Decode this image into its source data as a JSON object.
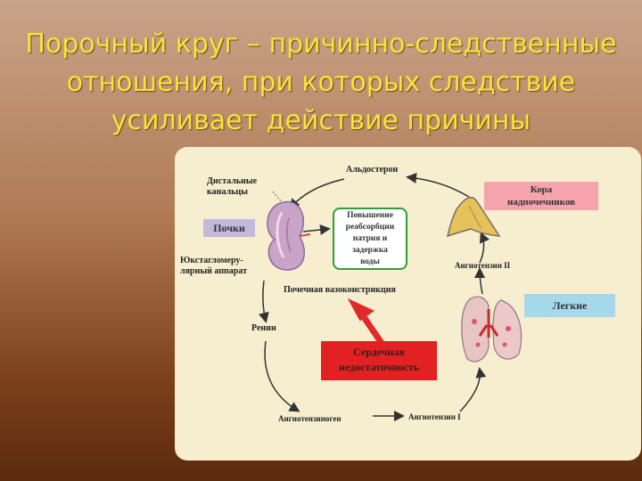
{
  "title": {
    "line1": "Порочный круг – причинно-следственные",
    "line2": "отношения, при которых следствие",
    "line3": "усиливает действие причины"
  },
  "diagram": {
    "distal": [
      "Дистальные",
      "канальцы"
    ],
    "kidneys": "Почки",
    "juxta": [
      "Юкстагломеру-",
      "лярный аппарат"
    ],
    "aldosterone": "Альдостерон",
    "adrenal_cortex": [
      "Кора",
      "надпочечников"
    ],
    "reabsorption": [
      "Повышение",
      "реабсорбции",
      "натрия и",
      "задержка",
      "воды"
    ],
    "angiotensin2": "Ангиотензин II",
    "lungs": "Легкие",
    "vasoconstriction": "Почечная вазоконстрикция",
    "renin": "Ренин",
    "heart_failure": [
      "Сердечная",
      "недостаточность"
    ],
    "angiotensinogen": "Ангиотензиноген",
    "angiotensin1": "Ангиотензин I"
  },
  "colors": {
    "title": "#f7e43a",
    "kidneys_box": "#c4b8dc",
    "adrenal_box": "#f5a3ad",
    "lungs_box": "#a6d8ea",
    "reabsorption_border": "#2e9e3a",
    "heart_failure_box": "#e22222",
    "arrow": "#e02a2a"
  }
}
